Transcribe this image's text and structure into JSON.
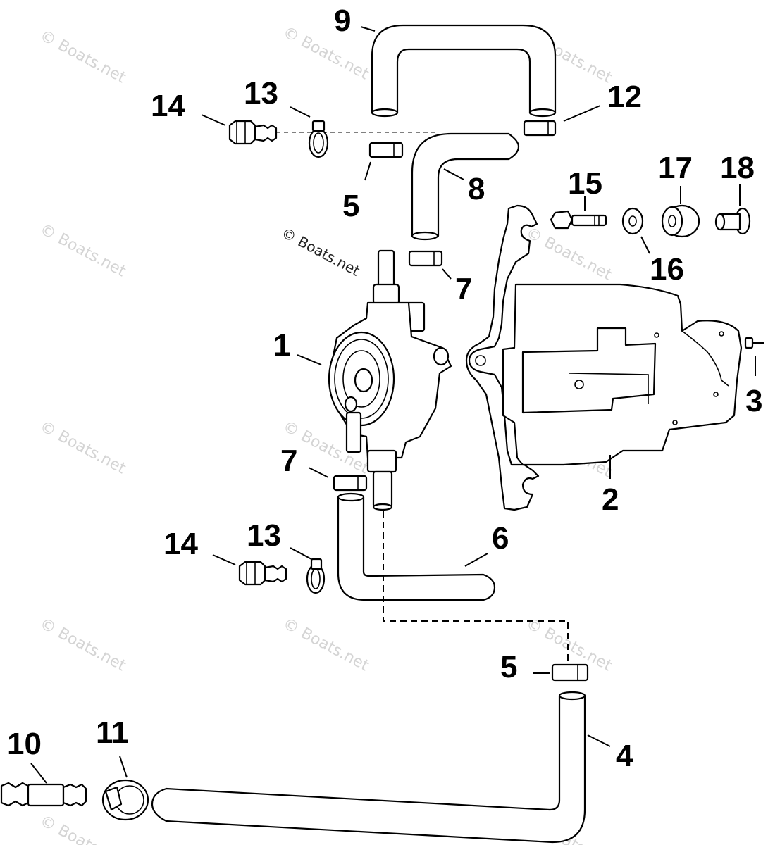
{
  "watermark": "© Boats.net",
  "callouts": {
    "c1": "1",
    "c2": "2",
    "c3": "3",
    "c4": "4",
    "c5a": "5",
    "c5b": "5",
    "c6": "6",
    "c7a": "7",
    "c7b": "7",
    "c8": "8",
    "c9": "9",
    "c10": "10",
    "c11": "11",
    "c12": "12",
    "c13a": "13",
    "c13b": "13",
    "c14a": "14",
    "c14b": "14",
    "c15": "15",
    "c16": "16",
    "c17": "17",
    "c18": "18"
  },
  "colors": {
    "line": "#000000",
    "watermark": "#d4d4d4",
    "background": "#ffffff"
  }
}
